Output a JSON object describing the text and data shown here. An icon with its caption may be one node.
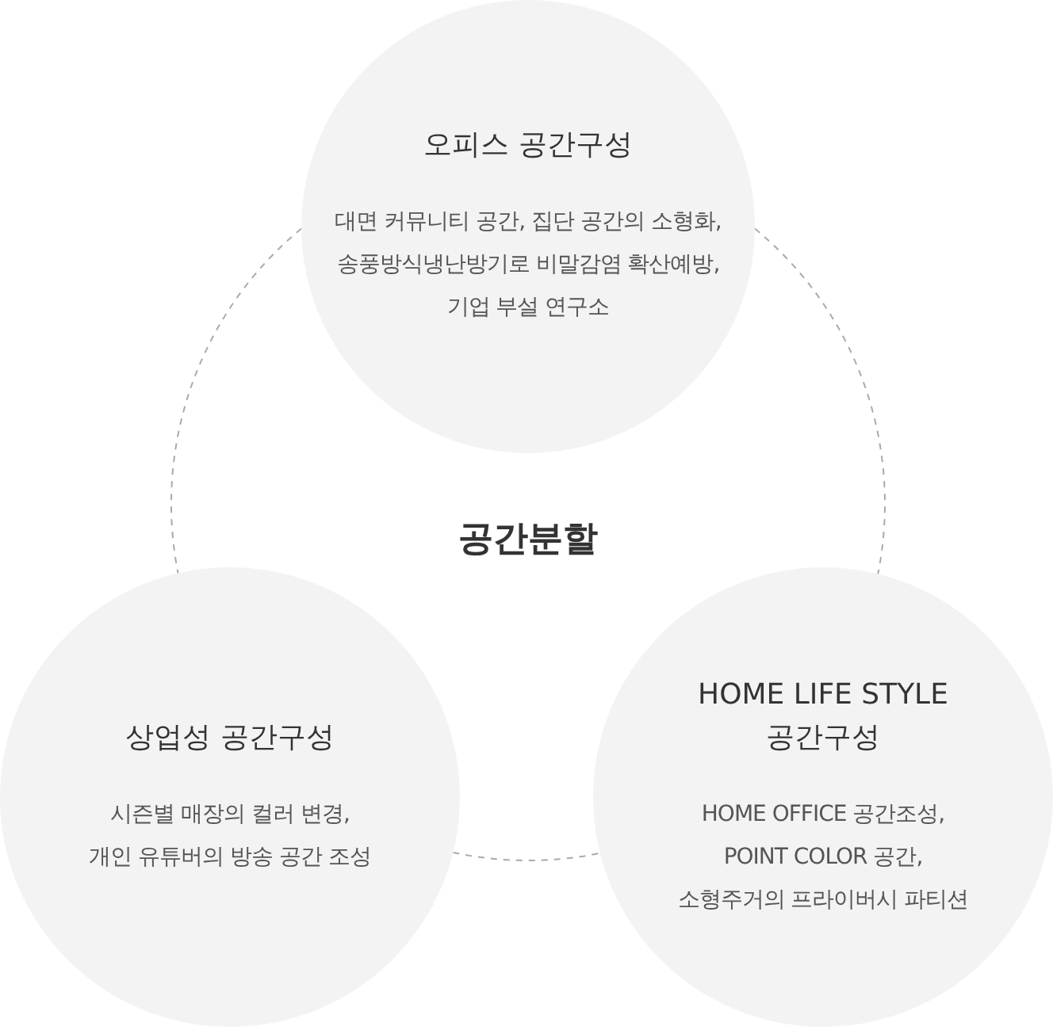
{
  "diagram": {
    "nodes": [
      {
        "text": [
          "오피스 공간구성",
          "대면 커뮤니티 공간, 집단 공간의 소형화, 송풍방식냉난방기로 비말감염 확산예방, 기업 부설 연구소"
        ]
      },
      {
        "text": [
          "상업성 공간구성",
          "시즌별 매장의 컬러 변경, 개인 유튜버의 방송 공간 조성"
        ]
      },
      {
        "text": [
          "HOME LIFE STYLE 공간구성",
          "HOME OFFICE 공간조성, POINT COLOR 공간, 소형주거의 프라이버시 파티션"
        ]
      }
    ],
    "edges": [
      {
        "from": 0,
        "to": 1,
        "arrow": "none",
        "style": "dashed"
      },
      {
        "from": 0,
        "to": 2,
        "arrow": "none",
        "style": "dashed"
      },
      {
        "from": 1,
        "to": 2,
        "arrow": "none",
        "style": "dashed"
      }
    ],
    "labels": [
      "공간분할"
    ]
  }
}
